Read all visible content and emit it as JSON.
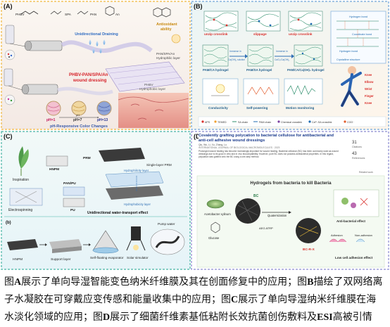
{
  "panel_a": {
    "letter": "(A)",
    "monomers": [
      "PHBV",
      "SPA",
      "PAN",
      "An"
    ],
    "center": "Unidirectional Draining",
    "antiox": [
      "Antioxidant",
      "ability"
    ],
    "layer_top": [
      "PAN/SPA/An",
      "Hydrophilic layer"
    ],
    "dressing": [
      "PHBV-PAN/SPA/An",
      "wound dressing"
    ],
    "layer_bottom": [
      "PHBV",
      "Hydrophobic layer"
    ],
    "ph": [
      "pH=1",
      "pH=7",
      "pH=13"
    ],
    "ph_arrow": "pH",
    "ph_title": "pH-Responsive Color Changes"
  },
  "panel_b": {
    "letter": "(B)",
    "tags": [
      "unzip crosslink",
      "slippage",
      "unzip crosslink"
    ],
    "hb": [
      "Hydrogen bond",
      "Coordinate bond",
      "Hydrogen bond",
      "Crystalline structure"
    ],
    "hydrogels": [
      "PAM/CA hydrogel",
      "PAM/SA hydrogel",
      "PAM/CA/Ca(OH)₂ hydrogel"
    ],
    "immerse": [
      "Immerse in",
      "Ca(OH)₂ solution",
      "Immerse in",
      "CaCl₂/Ca(OH)₂"
    ],
    "apps": [
      "Conductivity",
      "Self-powering",
      "Motion monitoring"
    ],
    "body": [
      "Knee",
      "Elbow",
      "Wrist",
      "Finger",
      "Knee"
    ],
    "legend": [
      "APS",
      "TEMED",
      "SA chain",
      "PAM chain",
      "Chemical crosslink",
      "Ca²⁺-SA crosslink",
      "COO⁻"
    ]
  },
  "panel_c": {
    "letter": "(C)",
    "sub_b": "(b)",
    "labels": [
      "Inspiration",
      "HNPM",
      "PAN/PU",
      "PU",
      "PRM",
      "Single-layer PRM",
      "Hydrophilicity layer",
      "Hydrophobicity layer",
      "Electrospinning"
    ],
    "effect": "Unidirectional water-transport effect",
    "steps": [
      "HNPM",
      "Support layer",
      "Self-floating evaporator",
      "Solar simulator",
      "Pump water"
    ]
  },
  "panel_d": {
    "letter": "(D)",
    "title": "Covalently grafting polycation to bacterial cellulose for antibacterial and anti-cell adhesive wound dressings",
    "authors": "Qiu, Wu, Li, Xu, Zhang, Lu",
    "journal": "INTERNATIONAL JOURNAL OF BIOLOGICAL MACROMOLECULES · 2023",
    "abstract": "Prolonged wound healing has become increasingly important for wound healing. Bacterial cellulose (BC) has been commonly used as wound dressings due to its good in vitro and in vivo biocompatibility. However, pure BC does not possess antibacterial properties. In this regard, polycation was grafted onto the BC using a one-step method.",
    "badges": [
      {
        "n": "31",
        "t": "Citations"
      },
      {
        "n": "43",
        "t": "References"
      }
    ],
    "related": "Related work",
    "diagram_title": "Hydrogels from bacteria to kill Bacteria",
    "items": [
      "Acetobacter xylinum",
      "Glucose",
      "BC",
      "AEG ATRP",
      "Quaternization",
      "BC-R-X",
      "Anti-bacterial effect",
      "Adhesion",
      "Non-adhesion",
      "Low cell adhesion effect"
    ]
  },
  "caption": [
    {
      "t": "图",
      "b": false
    },
    {
      "t": "A",
      "b": true
    },
    {
      "t": "展示了单向导湿智能变色纳米纤维膜及其在创面修复中的应用；图",
      "b": false
    },
    {
      "t": "B",
      "b": true
    },
    {
      "t": "描绘了双网络离子水凝胶在可穿戴应变传感和能量收集中的应用；图",
      "b": false
    },
    {
      "t": "C",
      "b": true
    },
    {
      "t": "展示了单向导湿纳米纤维膜在海水淡化领域的应用；图",
      "b": false
    },
    {
      "t": "D",
      "b": true
    },
    {
      "t": "展示了细菌纤维素基低粘附长效抗菌创伤敷料及",
      "b": false
    },
    {
      "t": "ESI",
      "b": true
    },
    {
      "t": "高被引情况。",
      "b": false
    }
  ]
}
